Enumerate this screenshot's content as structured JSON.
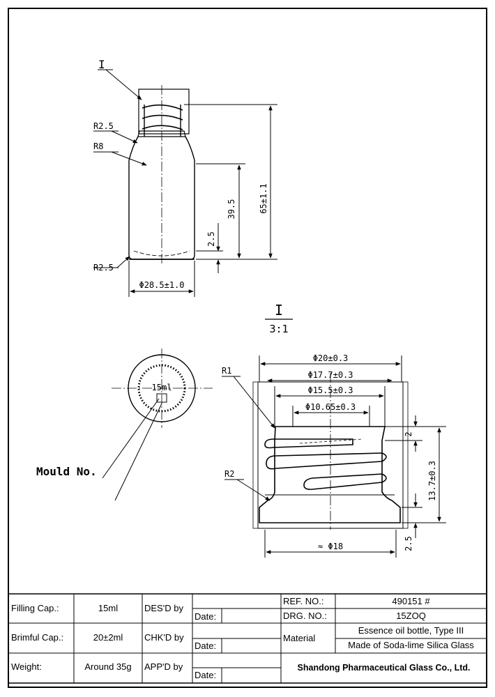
{
  "side_view": {
    "detail_callout": "I",
    "labels": {
      "r_shoulder": "R2.5",
      "r_body": "R8",
      "r_bottom": "R2.5"
    },
    "dims": {
      "height_total": "65±1.1",
      "height_body": "39.5",
      "bottom": "2.5",
      "diameter": "Φ28.5±1.0"
    }
  },
  "detail": {
    "title": "I",
    "scale": "3:1",
    "labels": {
      "r1": "R1",
      "r2": "R2"
    },
    "dims": {
      "d_outer": "Φ20±0.3",
      "d_thread": "Φ17.7±0.3",
      "d_inner": "Φ15.5±0.3",
      "d_bore": "Φ10.65±0.3",
      "pitch": "2",
      "neck_height": "13.7±0.3",
      "base": "2.5",
      "approx_d": "≈ Φ18"
    }
  },
  "bottom_view": {
    "capacity_mark": "15ml",
    "mould_label": "Mould No."
  },
  "title_block": {
    "filling_cap_label": "Filling Cap.:",
    "filling_cap_value": "15ml",
    "brimful_cap_label": "Brimful Cap.:",
    "brimful_cap_value": "20±2ml",
    "weight_label": "Weight:",
    "weight_value": "Around 35g",
    "desd_label": "DES'D by",
    "chkd_label": "CHK'D by",
    "appd_label": "APP'D by",
    "date_label": "Date:",
    "ref_no_label": "REF. NO.:",
    "ref_no_value": "490151 #",
    "drg_no_label": "DRG. NO.:",
    "drg_no_value": "15ZOQ",
    "material_label": "Material",
    "product_desc": "Essence oil bottle, Type III",
    "material_desc": "Made of Soda-lime Silica Glass",
    "company": "Shandong Pharmaceutical Glass Co., Ltd."
  }
}
